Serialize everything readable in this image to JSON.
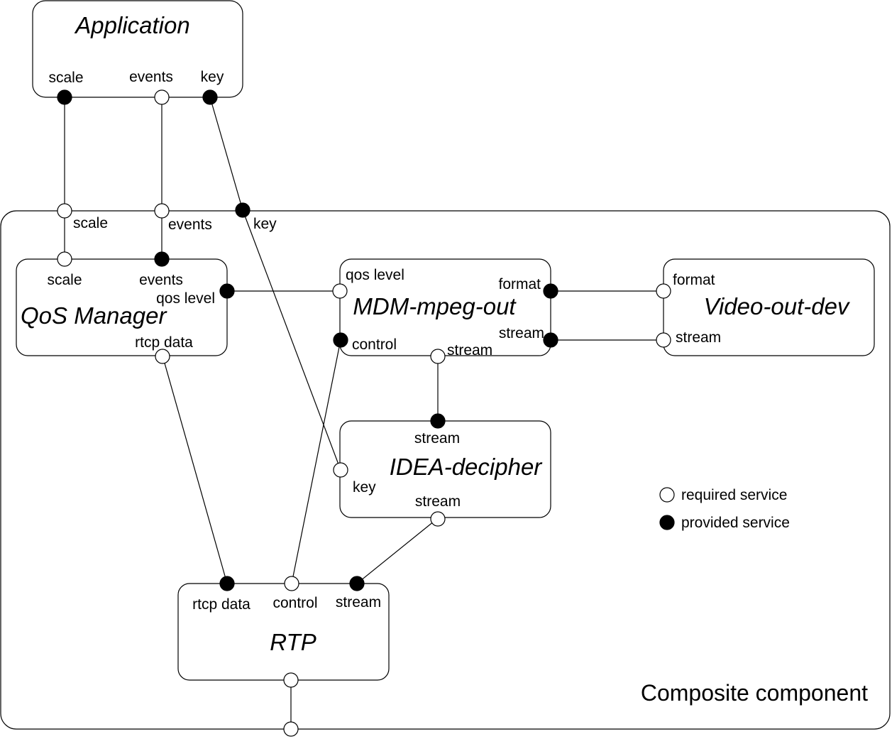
{
  "components": {
    "application": "Application",
    "qos_manager": "QoS Manager",
    "mdm_mpeg_out": "MDM-mpeg-out",
    "video_out_dev": "Video-out-dev",
    "idea_decipher": "IDEA-decipher",
    "rtp": "RTP",
    "composite": "Composite component"
  },
  "ports": {
    "app_scale": "scale",
    "app_events": "events",
    "app_key": "key",
    "comp_scale": "scale",
    "comp_events": "events",
    "comp_key": "key",
    "qos_scale": "scale",
    "qos_events": "events",
    "qos_level": "qos level",
    "qos_rtcp": "rtcp data",
    "mdm_qos": "qos level",
    "mdm_format": "format",
    "mdm_stream_out": "stream",
    "mdm_control": "control",
    "mdm_stream_in": "stream",
    "video_format": "format",
    "video_stream": "stream",
    "idea_stream_in": "stream",
    "idea_key": "key",
    "idea_stream_out": "stream",
    "rtp_rtcp": "rtcp data",
    "rtp_control": "control",
    "rtp_stream": "stream"
  },
  "legend": {
    "required": "required service",
    "provided": "provided service"
  },
  "colors": {
    "stroke": "#000000",
    "provided_fill": "#000000",
    "required_fill": "#ffffff"
  }
}
